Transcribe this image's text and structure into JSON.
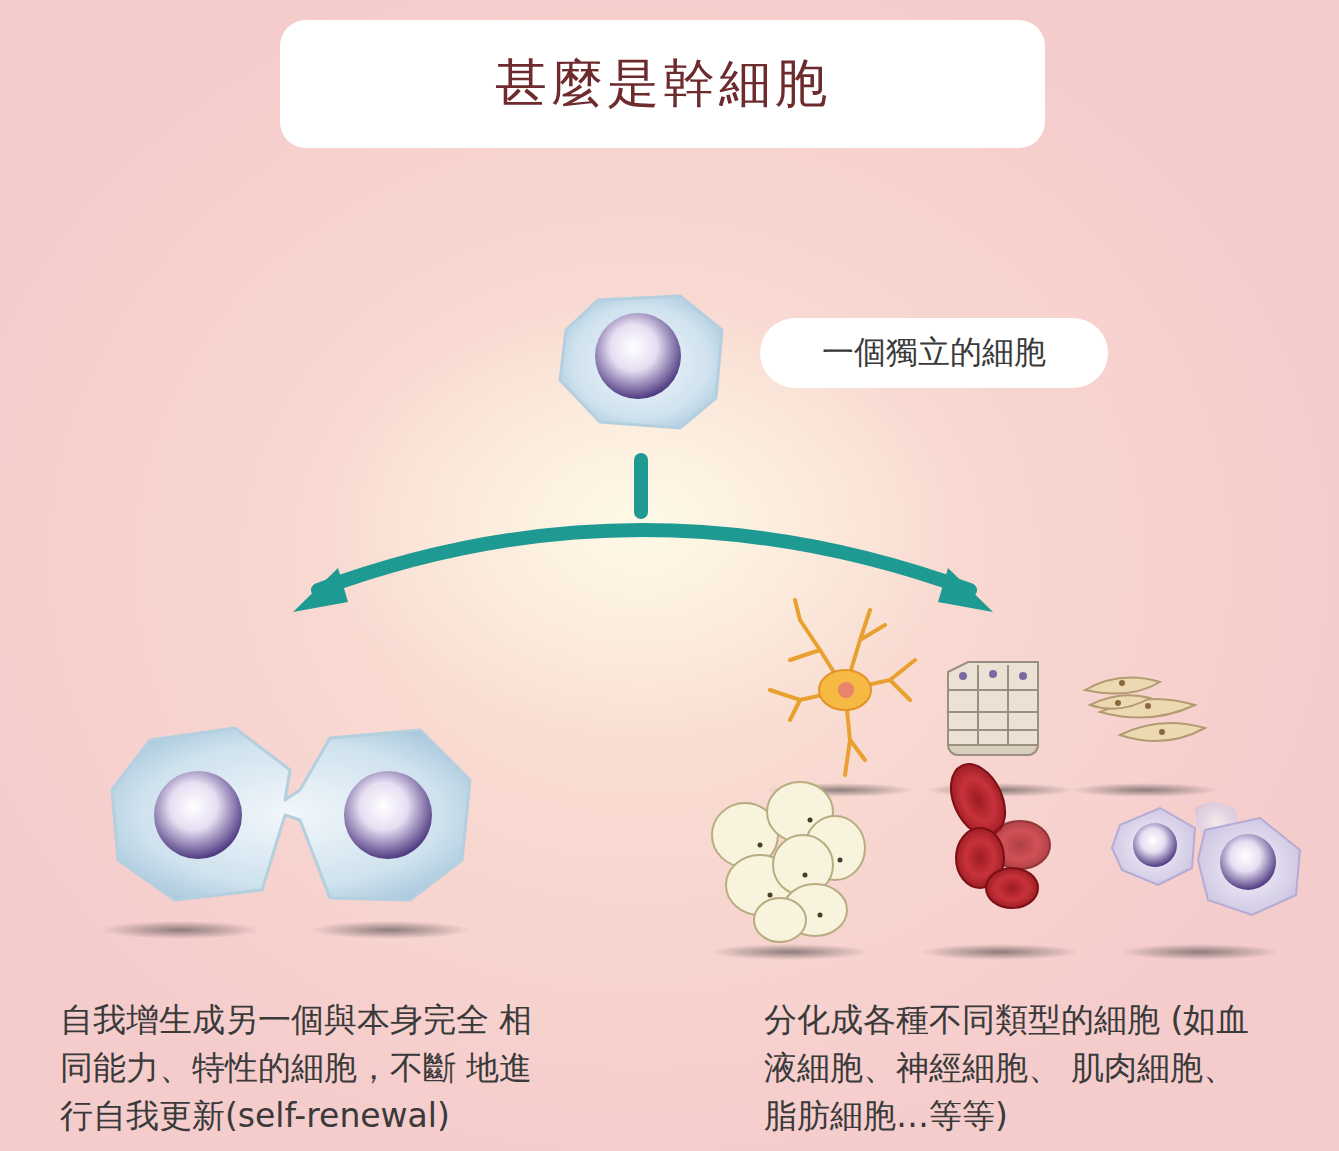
{
  "diagram": {
    "title": "甚麼是幹細胞",
    "nodes": [
      {
        "text": [
          "一個獨立的細胞"
        ]
      }
    ],
    "labels": [
      "自我增生成另一個與本身完全 相同能力、特性的細胞，不斷 地進行自我更新(self-renewal)",
      "分化成各種不同類型的細胞 (如血液細胞、神經細胞、 肌肉細胞、脂肪細胞…等等)"
    ]
  }
}
